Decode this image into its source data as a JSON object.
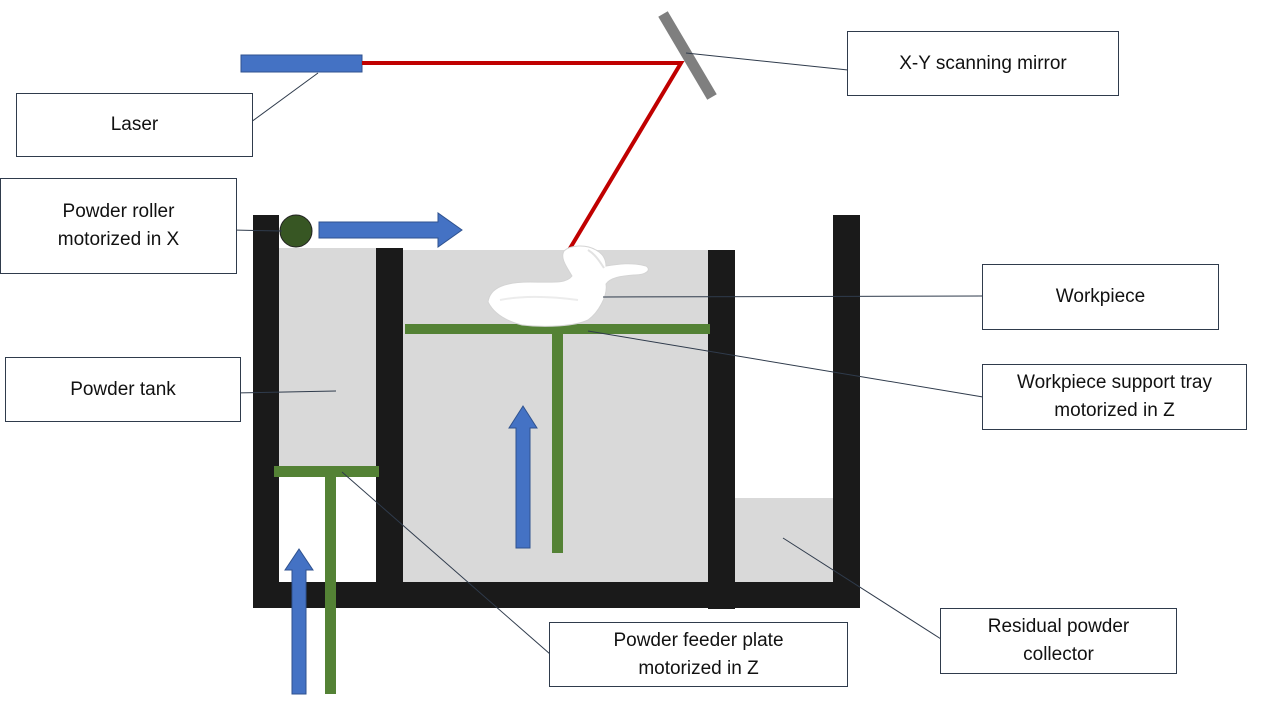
{
  "labels": {
    "laser": "Laser",
    "mirror": "X-Y scanning mirror",
    "roller": "Powder roller\nmotorized in X",
    "workpiece": "Workpiece",
    "support_tray": "Workpiece support tray\nmotorized in Z",
    "powder_tank": "Powder tank",
    "feeder_plate": "Powder feeder plate\nmotorized in Z",
    "residual": "Residual powder\ncollector"
  },
  "colors": {
    "laser_body": "#4472c4",
    "laser_beam": "#c00000",
    "mirror": "#7f7f7f",
    "walls": "#1a1a1a",
    "powder": "#d9d9d9",
    "plates": "#548235",
    "arrows": "#4472c4",
    "roller": "#375623",
    "leader_lines": "#2f3b4c",
    "workpiece": "#ffffff"
  }
}
